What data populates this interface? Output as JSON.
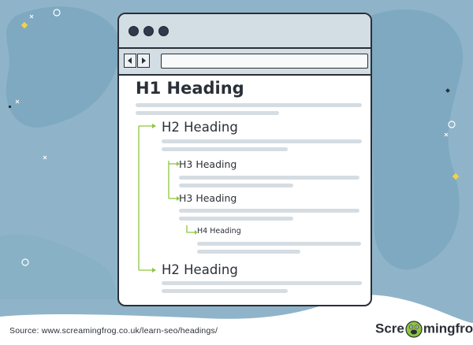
{
  "headings": {
    "h1": "H1 Heading",
    "h2_first": "H2 Heading",
    "h3_first": "H3 Heading",
    "h3_second": "H3 Heading",
    "h4": "H4 Heading",
    "h2_second": "H2 Heading"
  },
  "footer": {
    "source": "Source: www.screamingfrog.co.uk/learn-seo/headings/"
  },
  "logo": {
    "prefix": "Scre",
    "suffix": "mingfrog"
  },
  "colors": {
    "background": "#8fb4c9",
    "accent_green": "#8dc63f",
    "accent_yellow": "#f2d14a",
    "dark": "#2b2f37",
    "text_line": "#d5dde3"
  }
}
